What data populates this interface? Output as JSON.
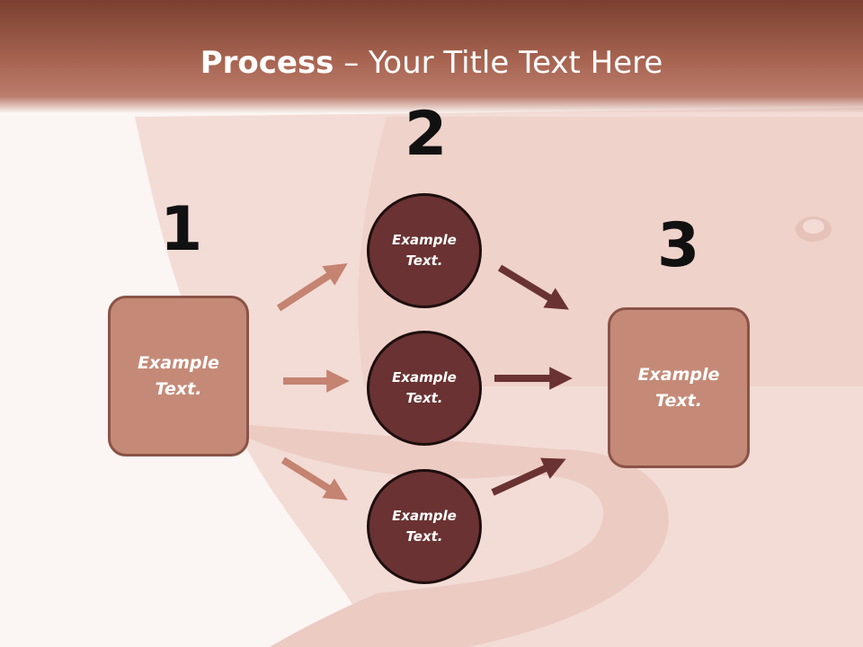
{
  "title": {
    "bold": "Process",
    "rest": " – Your Title Text Here"
  },
  "steps": {
    "n1": "1",
    "n2": "2",
    "n3": "3"
  },
  "left_box": {
    "line1": "Example",
    "line2": "Text."
  },
  "right_box": {
    "line1": "Example",
    "line2": "Text."
  },
  "circles": [
    {
      "line1": "Example",
      "line2": "Text."
    },
    {
      "line1": "Example",
      "line2": "Text."
    },
    {
      "line1": "Example",
      "line2": "Text."
    }
  ],
  "colors": {
    "header": "#a86552",
    "box": "#c58a77",
    "circle": "#6a3232",
    "arrow_light": "#c58371",
    "arrow_dark": "#6a3232"
  }
}
